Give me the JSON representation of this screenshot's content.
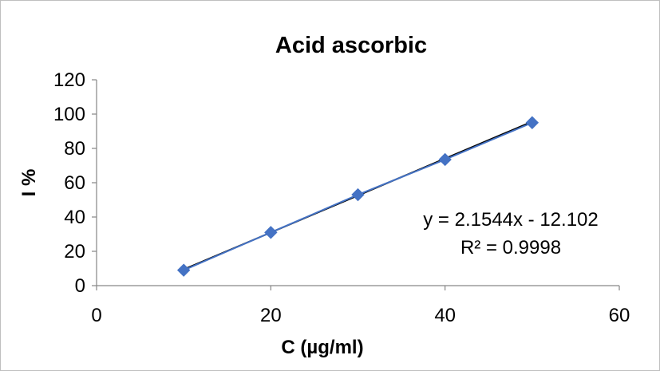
{
  "chart_data": {
    "type": "scatter",
    "title": "Acid ascorbic",
    "xlabel": "C (µg/ml)",
    "ylabel": "I %",
    "xlim": [
      0,
      60
    ],
    "ylim": [
      0,
      120
    ],
    "xticks": [
      0,
      20,
      40,
      60
    ],
    "yticks": [
      0,
      20,
      40,
      60,
      80,
      100,
      120
    ],
    "grid": false,
    "legend": "none",
    "series": [
      {
        "marker": "diamond",
        "color": "#4472c4",
        "x": [
          10,
          20,
          30,
          40,
          50
        ],
        "y": [
          9,
          31,
          53,
          73.5,
          95
        ]
      }
    ],
    "trendline": {
      "type": "linear",
      "slope": 2.1544,
      "intercept": -12.102,
      "color": "#000000",
      "equation": "y = 2.1544x - 12.102",
      "r_squared": "R² = 0.9998"
    }
  }
}
